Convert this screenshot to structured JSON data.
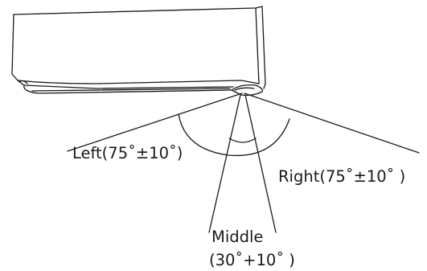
{
  "labels": {
    "left": "Left(75˚±10˚)",
    "right": "Right(75˚±10˚ )",
    "middle": "Middle",
    "middle_range": "(30˚+10˚ )"
  },
  "colors": {
    "line": "#1a1a1a",
    "background": "#ffffff"
  }
}
